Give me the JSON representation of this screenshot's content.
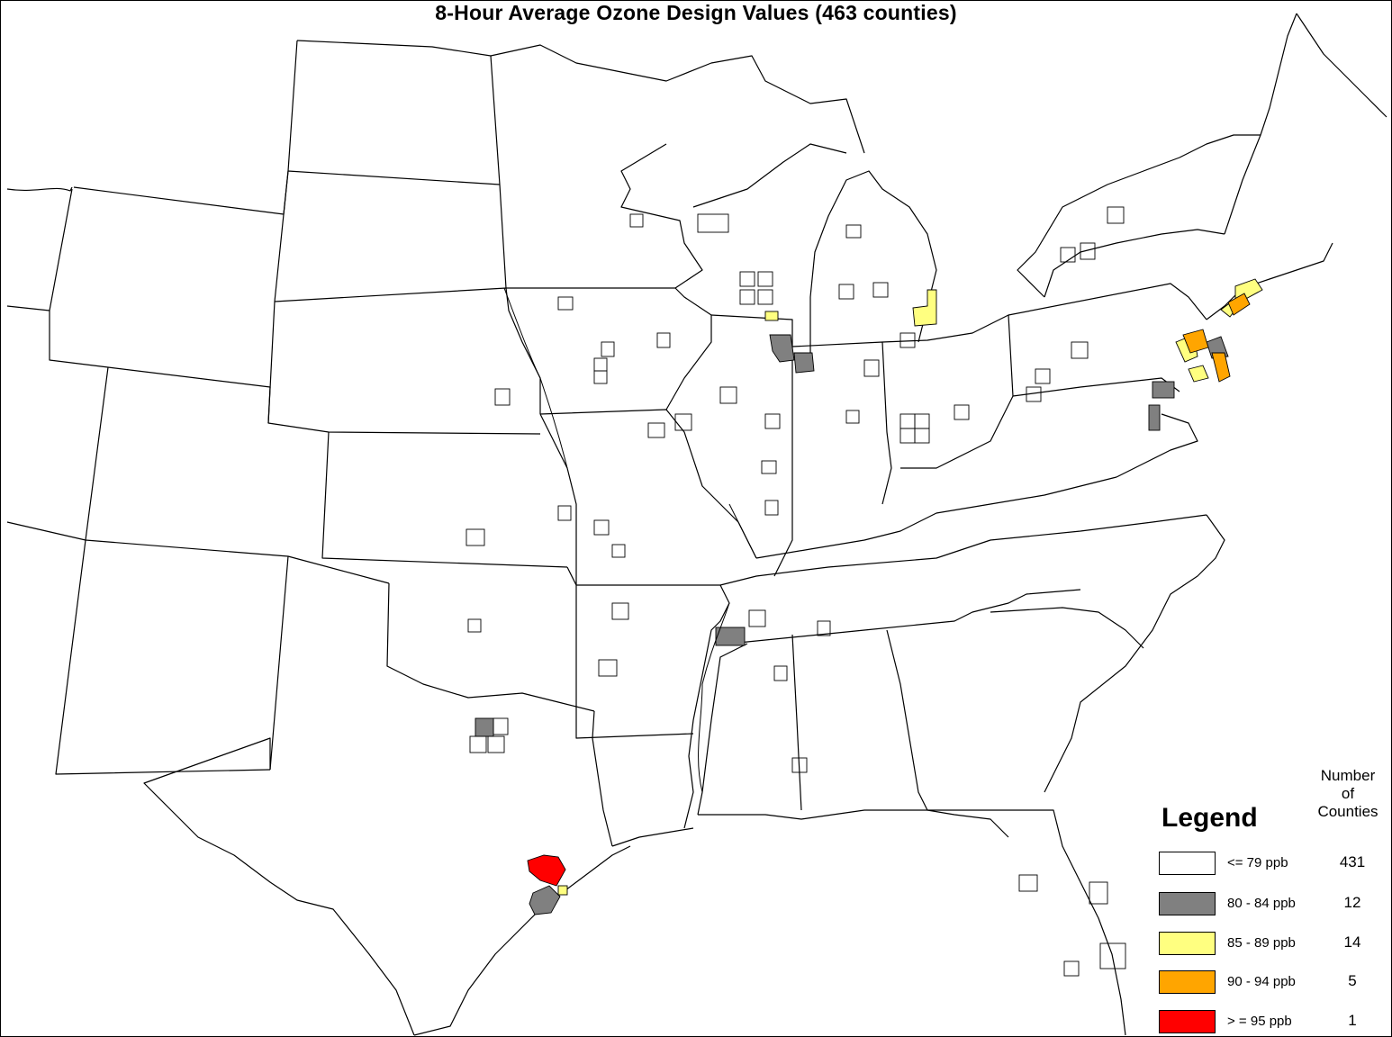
{
  "title": "8-Hour Average Ozone Design Values (463 counties)",
  "legend": {
    "title": "Legend",
    "count_header": [
      "Number",
      "of",
      "Counties"
    ],
    "entries": [
      {
        "label": "<= 79 ppb",
        "count": "431",
        "color": "#ffffff"
      },
      {
        "label": "80 - 84 ppb",
        "count": "12",
        "color": "#808080"
      },
      {
        "label": "85 - 89 ppb",
        "count": "14",
        "color": "#ffff80"
      },
      {
        "label": "90 - 94 ppb",
        "count": "5",
        "color": "#ffa500"
      },
      {
        "label": "> = 95 ppb",
        "count": "1",
        "color": "#ff0000"
      }
    ]
  }
}
